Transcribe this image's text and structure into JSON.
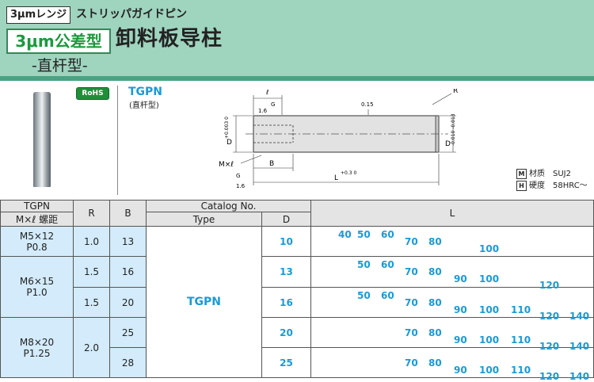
{
  "header": {
    "range_tag": "3μmレンジ",
    "series": "ストリッパガイドピン",
    "tolerance": "3μm公差型",
    "title": "卸料板导柱",
    "subtitle": "-直杆型-"
  },
  "product": {
    "rohs": "RoHS",
    "code": "TGPN",
    "code_sub": "(直杆型)",
    "material_label": "材质",
    "material": "SUJ2",
    "hardness_label": "硬度",
    "hardness": "58HRC～",
    "material_badge": "M",
    "hardness_badge": "H"
  },
  "drawing": {
    "r": "R",
    "l_small": "ℓ",
    "g": "G",
    "g2": "G",
    "v16": "1.6",
    "v16b": "1.6",
    "v015": "0.15",
    "d_left": "D",
    "d_left_tol": "+0.003 0",
    "d_right": "D",
    "d_right_tol": "-0.010 -0.013",
    "mx": "M×ℓ",
    "b": "B",
    "l": "L",
    "l_tol": "+0.3 0"
  },
  "table": {
    "h_tgpn": "TGPN",
    "h_mx": "M×ℓ 螺距",
    "h_r": "R",
    "h_b": "B",
    "h_catalog": "Catalog No.",
    "h_type": "Type",
    "h_d": "D",
    "h_l": "L",
    "type_value": "TGPN",
    "g1_m": "M5×12",
    "g1_p": "P0.8",
    "g2_m": "M6×15",
    "g2_p": "P1.0",
    "g3_m": "M8×20",
    "g3_p": "P1.25",
    "rows": [
      {
        "r": "1.0",
        "b": "13",
        "d": "10",
        "l": [
          "40",
          "50",
          "60",
          "70",
          "80",
          "100"
        ]
      },
      {
        "r": "1.5",
        "b": "16",
        "d": "13",
        "l": [
          "50",
          "60",
          "70",
          "80",
          "90",
          "100",
          "120"
        ]
      },
      {
        "r": "1.5",
        "b": "20",
        "d": "16",
        "l": [
          "50",
          "60",
          "70",
          "80",
          "90",
          "100",
          "110",
          "120",
          "140"
        ]
      },
      {
        "r": "2.0",
        "b": "25",
        "d": "20",
        "l": [
          "70",
          "80",
          "90",
          "100",
          "110",
          "120",
          "140"
        ]
      },
      {
        "r": "2.0",
        "b": "28",
        "d": "25",
        "l": [
          "70",
          "80",
          "90",
          "100",
          "110",
          "120",
          "140"
        ]
      }
    ]
  }
}
